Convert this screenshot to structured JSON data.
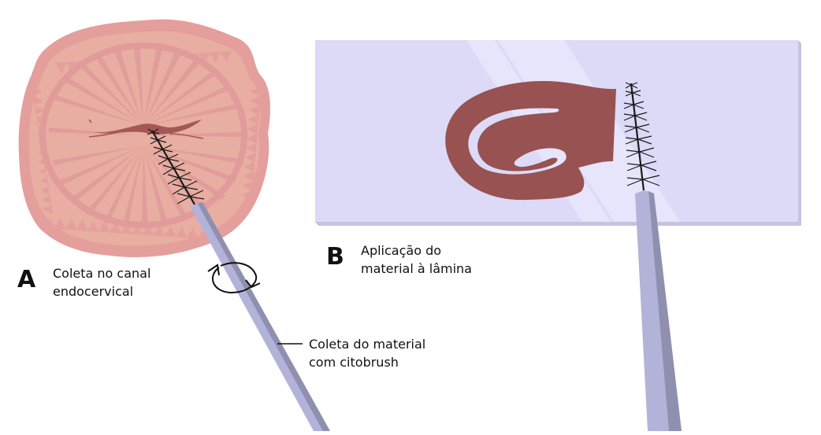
{
  "panel_a": {
    "letter": "A",
    "caption_line1": "Coleta no canal",
    "caption_line2": "endocervical"
  },
  "panel_b": {
    "letter": "B",
    "caption_line1": "Aplicação do",
    "caption_line2": "material à lâmina"
  },
  "callout": {
    "line1": "Coleta do material",
    "line2": "com citobrush"
  },
  "colors": {
    "cervix_outer": "#e49e9c",
    "cervix_inner": "#e8aea1",
    "cervix_os": "#a45856",
    "slide": "#dcdaf7",
    "slide_edge": "#c4c2e0",
    "sample": "#975251",
    "handle_light": "#b3b3d9",
    "handle_dark": "#8f8fb0",
    "bristles": "#1b1b1b"
  }
}
